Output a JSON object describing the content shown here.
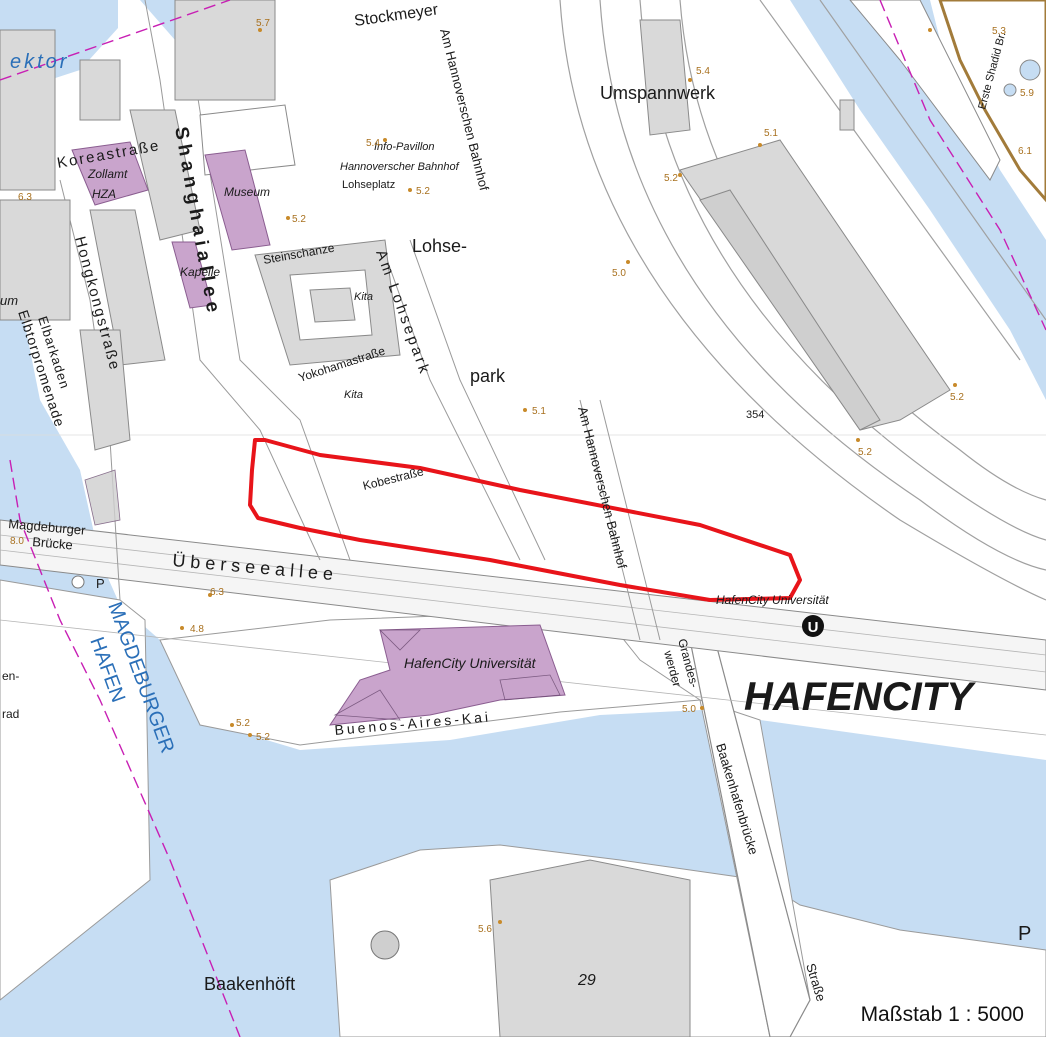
{
  "map": {
    "district": "HAFENCITY",
    "scale": "Maßstab 1 : 5000",
    "subway_icon": "U",
    "streets": {
      "shanghaiallee": "Shanghaiallee",
      "koreastrasse": "Koreastraße",
      "hongkongstrasse": "Hongkongstraße",
      "elbarkaden": "Elbarkaden",
      "elbtorpromenade": "Elbtorpromenade",
      "ueberseeallee": "Überseeallee",
      "buenos_aires_kai": "Buenos-Aires-Kai",
      "am_lohsepark": "Am Lohsepark",
      "am_hannoverschen_bahnhof_n": "Am Hannoverschen Bahnhof",
      "am_hannoverschen_bahnhof_s": "Am Hannoverschen Bahnhof",
      "yokohamastrasse": "Yokohamastraße",
      "kobestrasse": "Kobestraße",
      "steinschanze": "Steinschanze",
      "baakenhafenbruecke": "Baakenhafenbrücke",
      "strasse": "Straße",
      "grandeswerder": "Grandes-",
      "grandeswerder2": "werder",
      "magdeburger": "Magdeburger",
      "bruecke": "Brücke",
      "stockmeyer": "Stockmeyer",
      "erste_shadid": "Erste Shadid Br.",
      "oktor": "ektor"
    },
    "places": {
      "umspannwerk": "Umspannwerk",
      "lohse": "Lohse-",
      "park": "park",
      "zollamt": "Zollamt",
      "hza": "HZA",
      "museum": "Museum",
      "kapelle": "Kapelle",
      "kita1": "Kita",
      "kita2": "Kita",
      "info_pavillon": "Info-Pavillon",
      "hannoverscher_bahnhof": "Hannoverscher Bahnhof",
      "lohseplatz": "Lohseplatz",
      "hcu_building": "HafenCity Universität",
      "hcu_station": "HafenCity Universität",
      "baakenhoeft": "Baakenhöft",
      "num_29": "29",
      "num_354": "354",
      "magdeburger_hafen_1": "MAGDEBURGER",
      "magdeburger_hafen_2": "HAFEN",
      "p_left": "P",
      "p_right": "P",
      "left_en": "en-",
      "left_rad": "rad",
      "left_um": "um"
    },
    "spot_heights": [
      "5.7",
      "5.4",
      "5.2",
      "5.2",
      "5.4",
      "5.1",
      "5.2",
      "5.0",
      "5.1",
      "5.2",
      "5.2",
      "6.3",
      "4.8",
      "5.2",
      "5.2",
      "5.0",
      "5.6",
      "8.0",
      "5.3",
      "5.9",
      "6.1",
      "6.3"
    ],
    "colors": {
      "water": "#c6ddf3",
      "building": "#d9d9d9",
      "public_building": "#c9a4cc",
      "marked_area": "#e8141a",
      "boundary": "#c81fb4"
    }
  }
}
